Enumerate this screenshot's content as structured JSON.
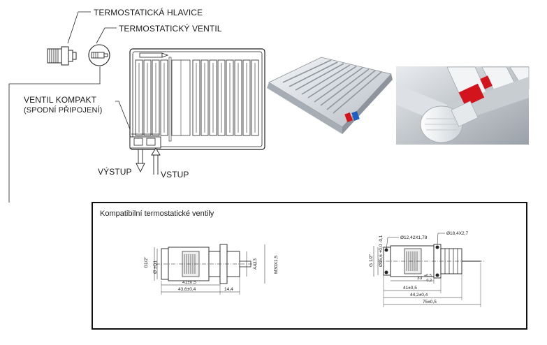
{
  "labels": {
    "thermostatic_head": "TERMOSTATICKÁ HLAVICE",
    "thermostatic_valve": "TERMOSTATICKÝ VENTIL",
    "valve_compact": "VENTIL KOMPAKT",
    "bottom_connection": "(SPODNÍ PŘIPOJENÍ)",
    "outlet": "VÝSTUP",
    "inlet": "VSTUP"
  },
  "compat_box": {
    "title": "Kompatibilní termostatické ventily"
  },
  "drawing1": {
    "thread_g": "G1/2\"",
    "dia": "Ø ±Q1",
    "m_a": "AA13",
    "m_b": "M30X1,5",
    "d1": "41±0,5",
    "d2": "43,6±0,4",
    "d3": "14,4"
  },
  "drawing2": {
    "thread_g": "G 1/2\"",
    "dia": "Ø15,6 +0,0 -0,1",
    "oring1": "Ø12,42X1,78",
    "oring2": "Ø18,4X2,7",
    "d1_base": "33",
    "d1_tol_up": "+0,5",
    "d1_tol_dn": "- 0,2",
    "d2": "41±0,5",
    "d3": "44,2±0,4",
    "d4": "75±0,5"
  },
  "colors": {
    "red_valve": "#d4141c",
    "blue_pipe": "#1b5fc4",
    "line": "#222222"
  }
}
